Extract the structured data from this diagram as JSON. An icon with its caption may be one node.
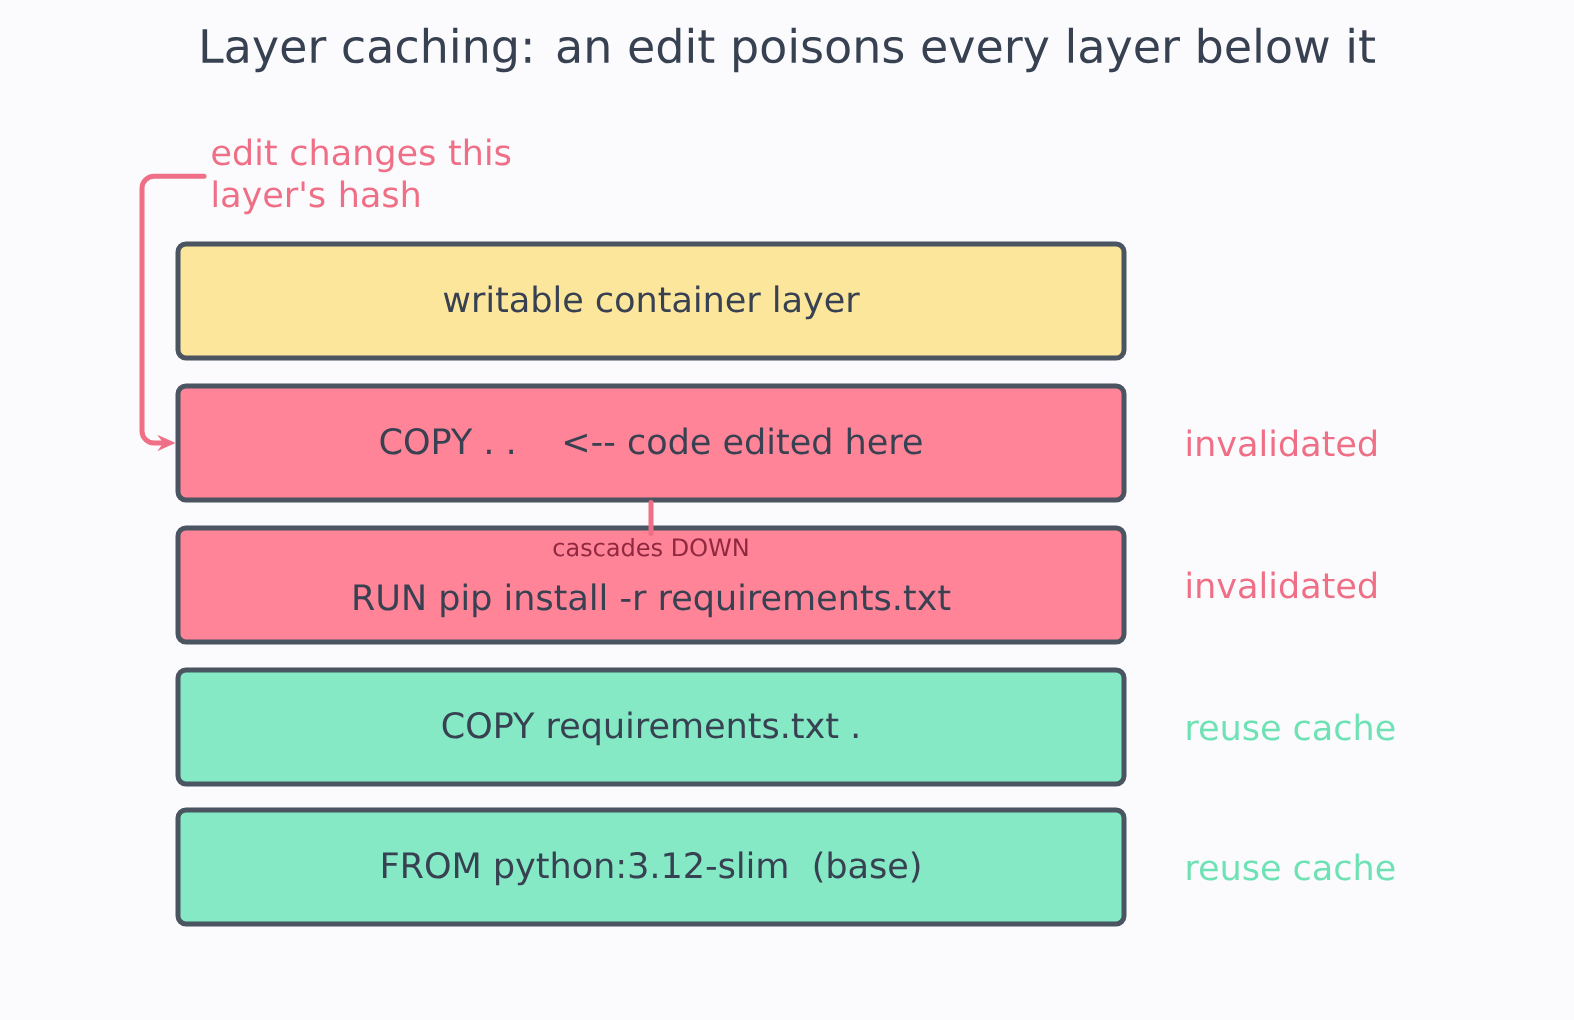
{
  "diagram": {
    "title": "Layer caching: an edit poisons every layer below it",
    "nodes": [
      {
        "text": [
          "edit changes this layer's hash"
        ]
      },
      {
        "text": [
          "writable container layer"
        ]
      },
      {
        "text": [
          "COPY . .   <-- code edited here"
        ],
        "beside": [
          "invalidated"
        ]
      },
      {
        "text": [
          "RUN pip install -r requirements.txt"
        ],
        "beside": [
          "invalidated"
        ]
      },
      {
        "text": [
          "COPY requirements.txt ."
        ],
        "beside": [
          "reuse cache"
        ]
      },
      {
        "text": [
          "FROM python:3.12-slim  (base)"
        ],
        "beside": [
          "reuse cache"
        ]
      }
    ],
    "edges": [
      {
        "from": 0,
        "to": 2,
        "arrow": "to"
      },
      {
        "from": 2,
        "to": 3,
        "arrow": "none",
        "label": "cascades DOWN"
      }
    ]
  }
}
